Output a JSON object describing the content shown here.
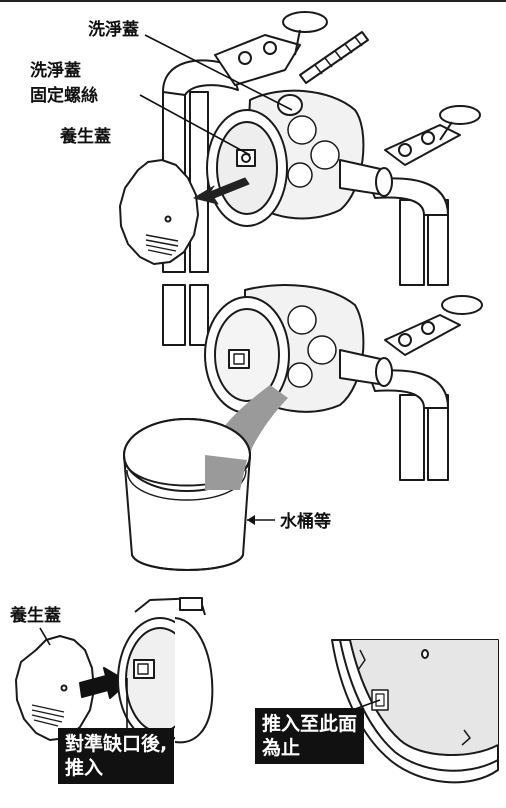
{
  "labels": {
    "cleaning_cover": "洗淨蓋",
    "cleaning_cover_screw_line1": "洗淨蓋",
    "cleaning_cover_screw_line2": "固定螺絲",
    "protective_cover_top": "養生蓋",
    "bucket": "水桶等",
    "protective_cover_bottom": "養生蓋"
  },
  "callouts": {
    "align_line1": "對準缺口後,",
    "align_line2": "推入",
    "push_line1": "推入至此面",
    "push_line2": "為止"
  },
  "colors": {
    "line": "#1a1a1a",
    "callout_bg": "#111111",
    "callout_text": "#ffffff",
    "water": "#9a9a9a",
    "shade": "#d9d9d9"
  }
}
